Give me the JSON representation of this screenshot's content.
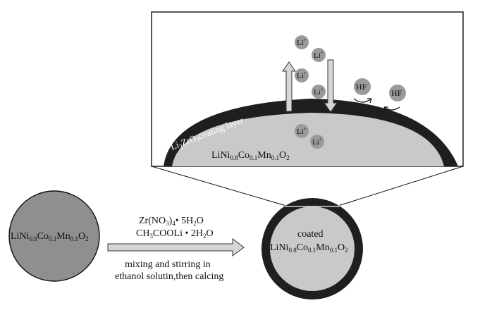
{
  "colors": {
    "particle_gray": "#8f8f8f",
    "core_gray": "#c9c9c9",
    "coating_dark": "#1f1f1f",
    "ion_gray": "#9a9a9a",
    "arrow_fill": "#d6d6d6",
    "line": "#111111",
    "background": "#ffffff"
  },
  "inset": {
    "coating_label_main": "Li",
    "coating_label_sub1": "2",
    "coating_label_mid": "ZrO",
    "coating_label_sub2": "3",
    "coating_label_end": "coating layer",
    "core_label": {
      "p1": "LiNi",
      "s1": "0.8",
      "p2": "Co",
      "s2": "0.1",
      "p3": "Mn",
      "s3": "0.1",
      "p4": "O",
      "s4": "2"
    },
    "ion_label": "Li",
    "ion_charge": "+",
    "hf_label": "HF"
  },
  "left_particle": {
    "label": {
      "p1": "LiNi",
      "s1": "0.8",
      "p2": "Co",
      "s2": "0.1",
      "p3": "Mn",
      "s3": "0.1",
      "p4": "O",
      "s4": "2"
    }
  },
  "process": {
    "reagent1": {
      "p1": "Zr(NO",
      "s1": "3",
      "p2": ")",
      "s2": "4",
      "p3": "• 5H",
      "s3": "2",
      "p4": "O"
    },
    "reagent2": {
      "p1": "CH",
      "s1": "3",
      "p2": "COOLi • 2H",
      "s2": "2",
      "p3": "O"
    },
    "step_line1": "mixing and stirring in",
    "step_line2": "ethanol solutin,then calcing"
  },
  "right_particle": {
    "label_line1": "coated",
    "label_line2": {
      "p1": "LiNi",
      "s1": "0.8",
      "p2": "Co",
      "s2": "0.1",
      "p3": "Mn",
      "s3": "0.1",
      "p4": "O",
      "s4": "2"
    }
  }
}
